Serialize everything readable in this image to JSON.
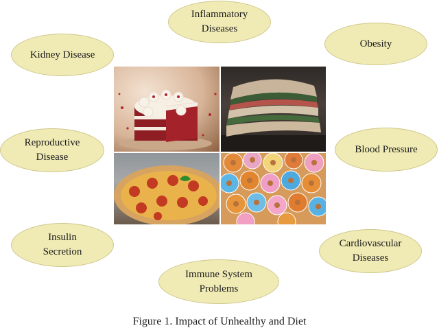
{
  "diagram": {
    "nodes": {
      "inflammatory": "Inflammatory\nDiseases",
      "kidney": "Kidney Disease",
      "obesity": "Obesity",
      "reproductive": "Reproductive\nDisease",
      "blood_pressure": "Blood Pressure",
      "insulin": "Insulin\nSecretion",
      "cardiovascular": "Cardiovascular\nDiseases",
      "immune": "Immune System\nProblems"
    },
    "photos": {
      "cake": "red velvet cake",
      "sandwich": "sandwich stack",
      "pizza": "pepperoni pizza",
      "donuts": "sprinkled donuts"
    },
    "caption": "Figure 1. Impact of Unhealthy and Diet"
  }
}
